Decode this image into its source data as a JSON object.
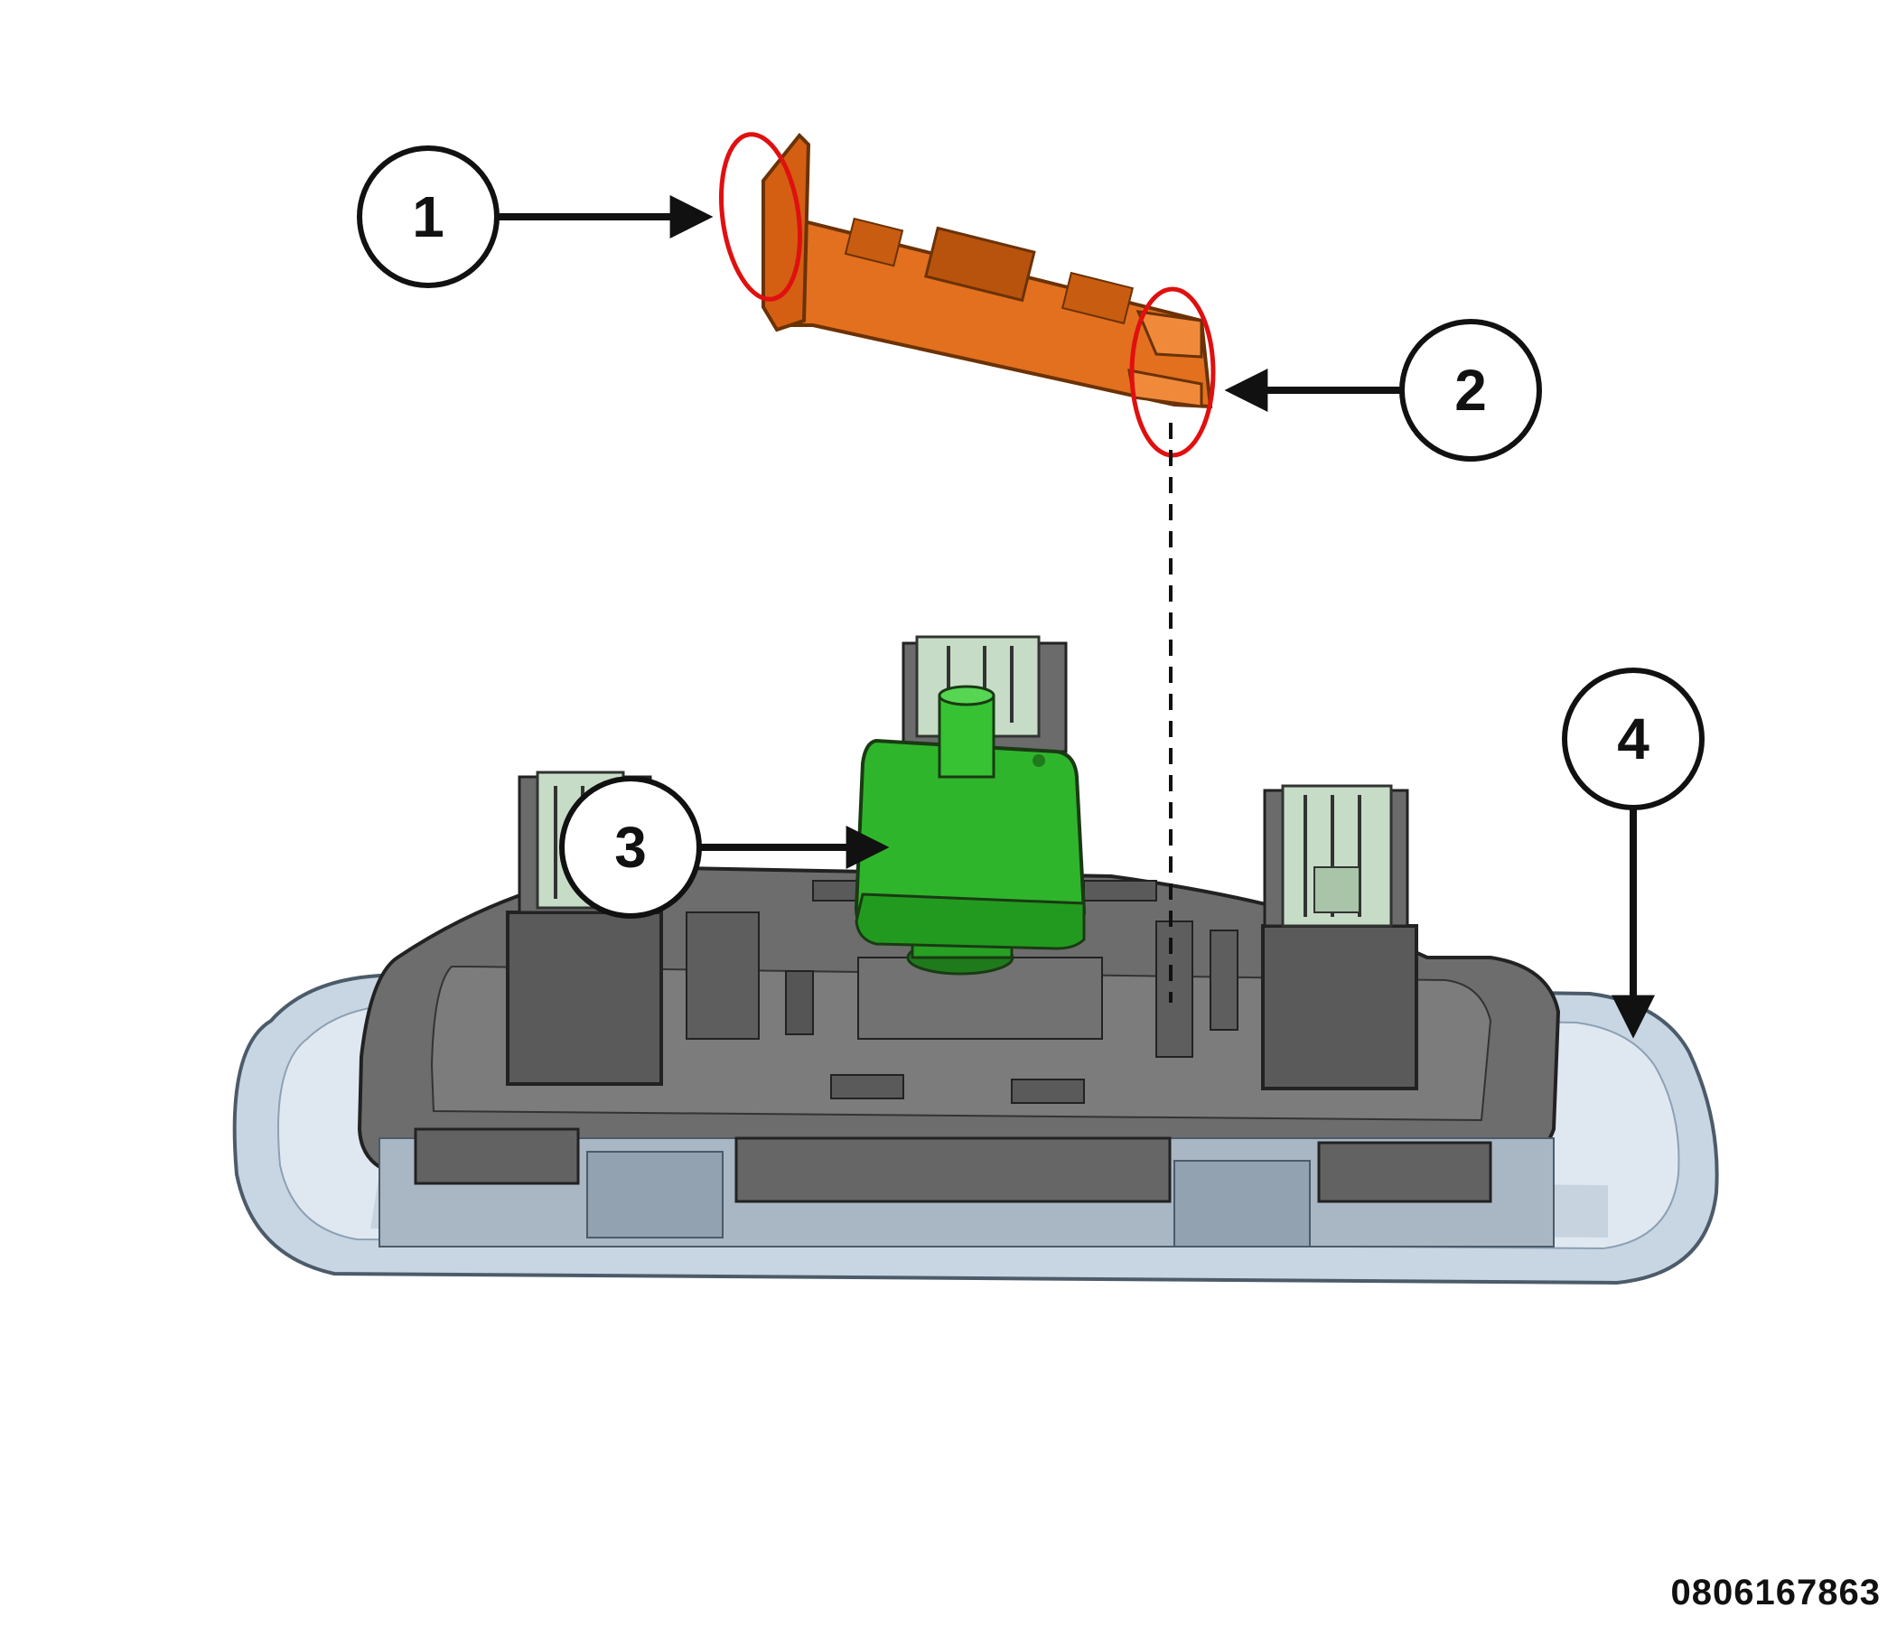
{
  "callouts": [
    {
      "id": "1",
      "label": "1"
    },
    {
      "id": "2",
      "label": "2"
    },
    {
      "id": "3",
      "label": "3"
    },
    {
      "id": "4",
      "label": "4"
    }
  ],
  "figure_id": "0806167863",
  "colors": {
    "bracket": "#e2701e",
    "module": "#2fb52b",
    "housing": "#6a6a6a",
    "bezel": "#c8d6e4",
    "highlight": "#e01010"
  }
}
